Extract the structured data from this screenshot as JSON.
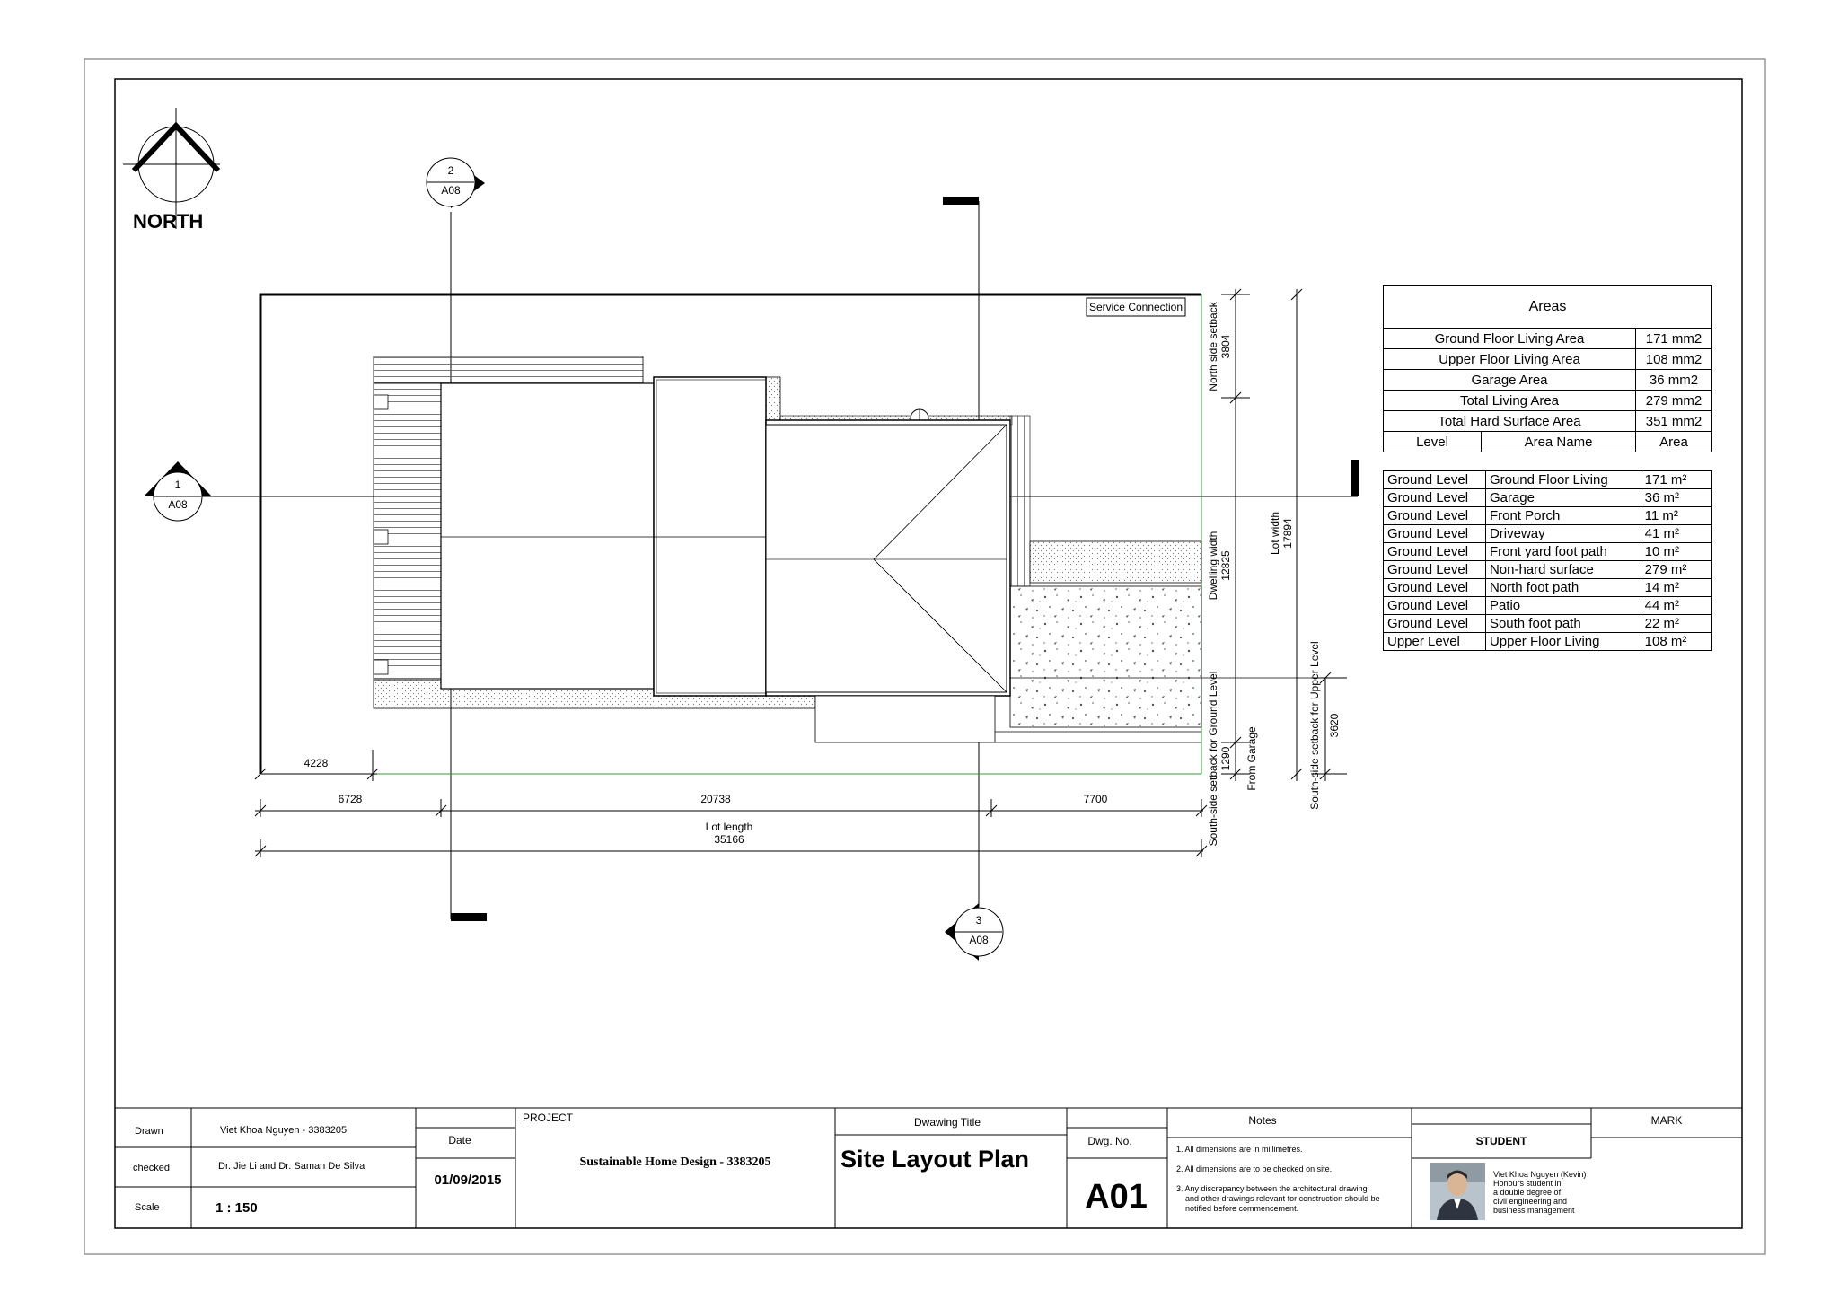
{
  "north": {
    "label": "NORTH"
  },
  "sections": [
    {
      "num": "2",
      "sheet": "A08"
    },
    {
      "num": "1",
      "sheet": "A08"
    },
    {
      "num": "3",
      "sheet": "A08"
    }
  ],
  "labels": {
    "service_connection": "Service Connection",
    "north_setback": "North side setback",
    "north_setback_val": "3804",
    "dwelling_width": "Dwelling width",
    "dwelling_width_val": "12825",
    "lot_width": "Lot width",
    "lot_width_val": "17894",
    "south_setback_ground": "South-side setback for Ground Level",
    "south_setback_ground_val": "1290",
    "from_garage": "From Garage",
    "south_setback_upper": "South-side setback for Upper Level",
    "south_setback_upper_val": "3620",
    "dim_4228": "4228",
    "dim_6728": "6728",
    "dim_20738": "20738",
    "dim_7700": "7700",
    "lot_length": "Lot length",
    "lot_length_val": "35166"
  },
  "areas_summary": {
    "title": "Areas",
    "rows": [
      {
        "name": "Ground Floor Living Area",
        "value": "171 mm2"
      },
      {
        "name": "Upper Floor Living Area",
        "value": "108 mm2"
      },
      {
        "name": "Garage Area",
        "value": "36 mm2"
      },
      {
        "name": "Total Living Area",
        "value": "279 mm2"
      },
      {
        "name": "Total Hard Surface Area",
        "value": "351 mm2"
      }
    ],
    "header": {
      "level": "Level",
      "name": "Area Name",
      "area": "Area"
    }
  },
  "areas_detail": [
    {
      "level": "Ground Level",
      "name": "Ground Floor Living",
      "area": "171 m²"
    },
    {
      "level": "Ground Level",
      "name": "Garage",
      "area": "36 m²"
    },
    {
      "level": "Ground Level",
      "name": "Front Porch",
      "area": "11 m²"
    },
    {
      "level": "Ground Level",
      "name": "Driveway",
      "area": "41 m²"
    },
    {
      "level": "Ground Level",
      "name": "Front yard foot path",
      "area": "10 m²"
    },
    {
      "level": "Ground Level",
      "name": "Non-hard surface",
      "area": "279 m²"
    },
    {
      "level": "Ground Level",
      "name": "North foot path",
      "area": "14 m²"
    },
    {
      "level": "Ground Level",
      "name": "Patio",
      "area": "44 m²"
    },
    {
      "level": "Ground Level",
      "name": "South foot path",
      "area": "22 m²"
    },
    {
      "level": "Upper Level",
      "name": "Upper Floor Living",
      "area": "108 m²"
    }
  ],
  "titleblock": {
    "drawn_label": "Drawn",
    "drawn_value": "Viet Khoa Nguyen - 3383205",
    "checked_label": "checked",
    "checked_value": "Dr. Jie Li and Dr. Saman De Silva",
    "scale_label": "Scale",
    "scale_value": "1 : 150",
    "date_label": "Date",
    "date_value": "01/09/2015",
    "project_label": "PROJECT",
    "project_value": "Sustainable Home Design - 3383205",
    "title_label": "Dwawing Title",
    "title_value": "Site Layout Plan",
    "dwg_label": "Dwg. No.",
    "dwg_value": "A01",
    "notes_label": "Notes",
    "notes": [
      "1. All dimensions are in millimetres.",
      "2. All dimensions are to be checked on site.",
      "3. Any discrepancy between the architectural drawing",
      "and other drawings relevant for construction should be",
      "notified before commencement."
    ],
    "student_label": "STUDENT",
    "student_lines": [
      "Viet Khoa Nguyen (Kevin)",
      "Honours student in",
      "a double degree of",
      "civil engineering and",
      "business management"
    ],
    "mark_label": "MARK"
  }
}
